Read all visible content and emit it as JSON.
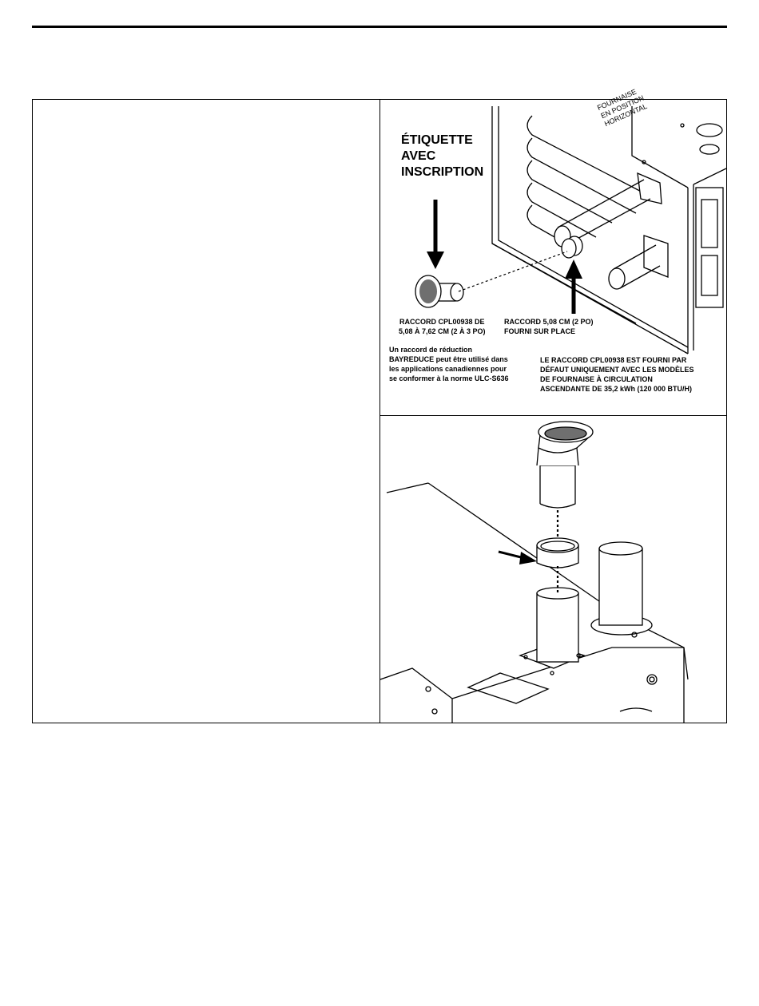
{
  "figure_top": {
    "label_big": [
      "ÉTIQUETTE",
      "AVEC",
      "INSCRIPTION"
    ],
    "orientation": [
      "FOURNAISE",
      "EN POSITION",
      "HORIZONTAL"
    ],
    "left_fitting": [
      "RACCORD CPL00938 DE",
      "5,08 À 7,62 CM (2 À 3 PO)"
    ],
    "right_fitting": [
      "RACCORD 5,08 CM (2 PO)",
      "FOURNI SUR PLACE"
    ],
    "note_left": [
      "Un raccord de réduction",
      "BAYREDUCE peut être utilisé dans",
      "les applications canadiennes pour",
      "se conformer à la norme ULC-S636"
    ],
    "note_right": [
      "LE RACCORD CPL00938 EST FOURNI PAR",
      "DÉFAUT UNIQUEMENT AVEC LES MODÈLES",
      "DE FOURNAISE À CIRCULATION",
      "ASCENDANTE DE 35,2 kWh (120 000 BTU/H)"
    ]
  },
  "colors": {
    "line": "#000000",
    "shade": "#6f6f6f",
    "paper": "#ffffff"
  }
}
